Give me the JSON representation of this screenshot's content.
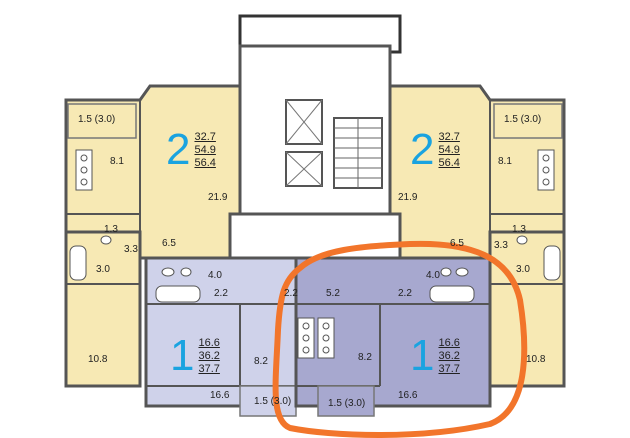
{
  "colors": {
    "wall": "#4a4a4a",
    "two_room": "#f7e9b4",
    "one_room": "#cfd2ea",
    "one_room_highlight": "#a7a8cf",
    "common": "#ffffff",
    "accent_number": "#1aa3e0",
    "highlight_outline": "#f2752b"
  },
  "apartments": {
    "left_two": {
      "rooms": "2",
      "living": "32.7",
      "area": "54.9",
      "total": "56.4"
    },
    "right_two": {
      "rooms": "2",
      "living": "32.7",
      "area": "54.9",
      "total": "56.4"
    },
    "left_one": {
      "rooms": "1",
      "living": "16.6",
      "area": "36.2",
      "total": "37.7"
    },
    "right_one": {
      "rooms": "1",
      "living": "16.6",
      "area": "36.2",
      "total": "37.7"
    }
  },
  "labels": {
    "tl_balcony": "1.5 (3.0)",
    "tr_balcony": "1.5 (3.0)",
    "tl_kitchen": "8.1",
    "tr_kitchen": "8.1",
    "tl_room": "21.9",
    "tr_room": "21.9",
    "tl_bath": "1.3",
    "tr_bath": "1.3",
    "tl_wc": "3.3",
    "tr_wc": "3.3",
    "tl_hall": "6.5",
    "tr_hall": "6.5",
    "l_room_side": "3.0",
    "r_room_side": "3.0",
    "l_big_room": "10.8",
    "r_big_room": "10.8",
    "ml_bath": "4.0",
    "mr_bath": "4.0",
    "ml_hall": "2.2",
    "mr_hall": "2.2",
    "m_left_corr": "2.2",
    "m_right_corr": "5.2",
    "ml_kitchen": "8.2",
    "mr_kitchen": "8.2",
    "ml_room": "16.6",
    "mr_room": "16.6",
    "ml_balcony": "1.5 (3.0)",
    "mr_balcony": "1.5 (3.0)"
  }
}
